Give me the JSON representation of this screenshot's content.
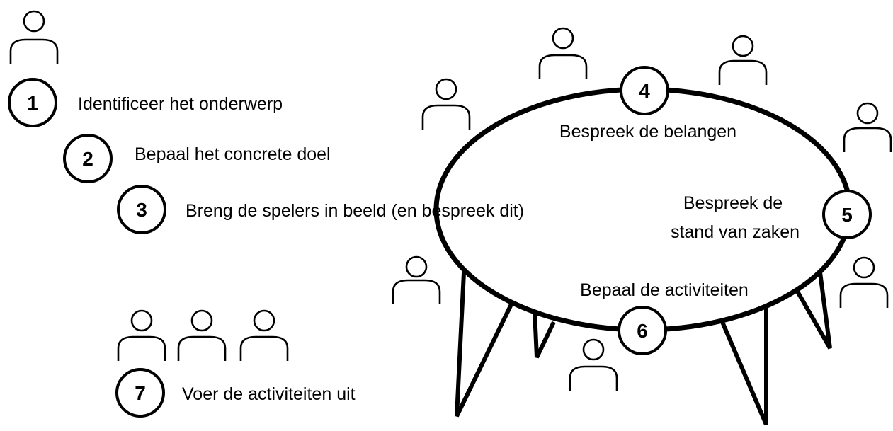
{
  "steps": [
    {
      "number": "1",
      "label": "Identificeer het onderwerp"
    },
    {
      "number": "2",
      "label": "Bepaal het concrete doel"
    },
    {
      "number": "3",
      "label": "Breng de spelers in beeld (en bespreek dit)"
    },
    {
      "number": "4",
      "label": "Bespreek de belangen"
    },
    {
      "number": "5",
      "label_line1": "Bespreek de",
      "label_line2": "stand van zaken"
    },
    {
      "number": "6",
      "label": "Bepaal de activiteiten"
    },
    {
      "number": "7",
      "label": "Voer de activiteiten uit"
    }
  ],
  "icons": {
    "person": "person-icon",
    "table": "meeting-table-icon"
  },
  "colors": {
    "stroke": "#000000",
    "background": "#ffffff"
  }
}
